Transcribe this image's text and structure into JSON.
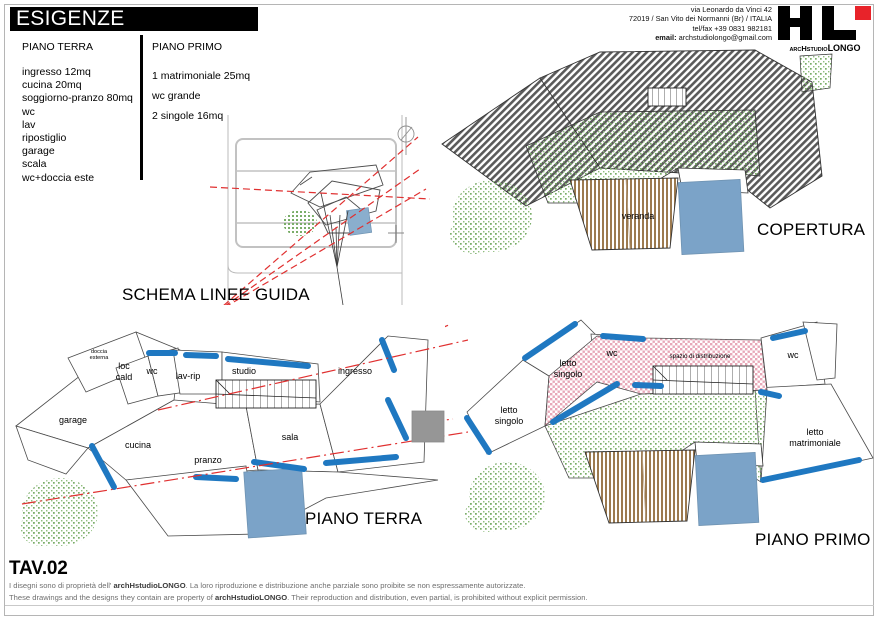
{
  "sheet": {
    "section_title": "ESIGENZE",
    "drawing_number": "TAV.02"
  },
  "studio": {
    "address_line1": "via Leonardo da Vinci 42",
    "address_line2": "72019 / San Vito dei Normanni (Br) / ITALIA",
    "phone": "tel/fax +39 0831 982181",
    "email_label": "email:",
    "email": "archstudiolongo@gmail.com",
    "logo_mark": "HL",
    "logo_prefix": "ARC",
    "logo_mid": "H",
    "logo_studio": "STUDIO",
    "logo_name": "LONGO",
    "accent_color": "#e8232a"
  },
  "requirements": {
    "ground": {
      "heading": "PIANO TERRA",
      "items": [
        "ingresso 12mq",
        "cucina 20mq",
        "soggiorno-pranzo 80mq",
        "wc",
        "lav",
        "ripostiglio",
        "garage",
        "scala",
        "wc+doccia este"
      ]
    },
    "first": {
      "heading": "PIANO PRIMO",
      "items": [
        "1 matrimoniale 25mq",
        "wc grande",
        "2 singole 16mq"
      ]
    }
  },
  "drawings": {
    "schema": {
      "title": "SCHEMA LINEE GUIDA"
    },
    "roof": {
      "title": "COPERTURA",
      "rooms": [
        {
          "label": "veranda"
        }
      ]
    },
    "ground_plan": {
      "title": "PIANO TERRA",
      "rooms": [
        {
          "label": "doccia\nesterna"
        },
        {
          "label": "loc\ncald"
        },
        {
          "label": "wc"
        },
        {
          "label": "lav-rip"
        },
        {
          "label": "studio"
        },
        {
          "label": "ingresso"
        },
        {
          "label": "garage"
        },
        {
          "label": "cucina"
        },
        {
          "label": "pranzo"
        },
        {
          "label": "sala"
        }
      ]
    },
    "first_plan": {
      "title": "PIANO PRIMO",
      "rooms": [
        {
          "label": "letto\nsingolo"
        },
        {
          "label": "letto\nsingolo"
        },
        {
          "label": "wc"
        },
        {
          "label": "spazio di distribuzione"
        },
        {
          "label": "wc"
        },
        {
          "label": "letto\nmatrimoniale"
        }
      ]
    }
  },
  "legal": {
    "it_pre": "I disegni sono di proprietà dell' ",
    "it_studio": "archHstudioLONGO",
    "it_post": ". La loro riproduzione e distribuzione anche parziale sono proibite se non espressamente autorizzate.",
    "en_pre": "These drawings and the designs they contain are property of ",
    "en_studio": "archHstudioLONGO",
    "en_post": ". Their reproduction and distribution, even partial, is prohibited without explicit permission."
  },
  "palette": {
    "wall_blue": "#1f78c1",
    "pool_blue": "#7ba3c8",
    "veranda_brown": "#9c7a4f",
    "vegetation_green": "#7aad68",
    "distribution_pink": "#e8a8b8",
    "guide_red": "#e03030",
    "roof_grey": "#555555"
  }
}
